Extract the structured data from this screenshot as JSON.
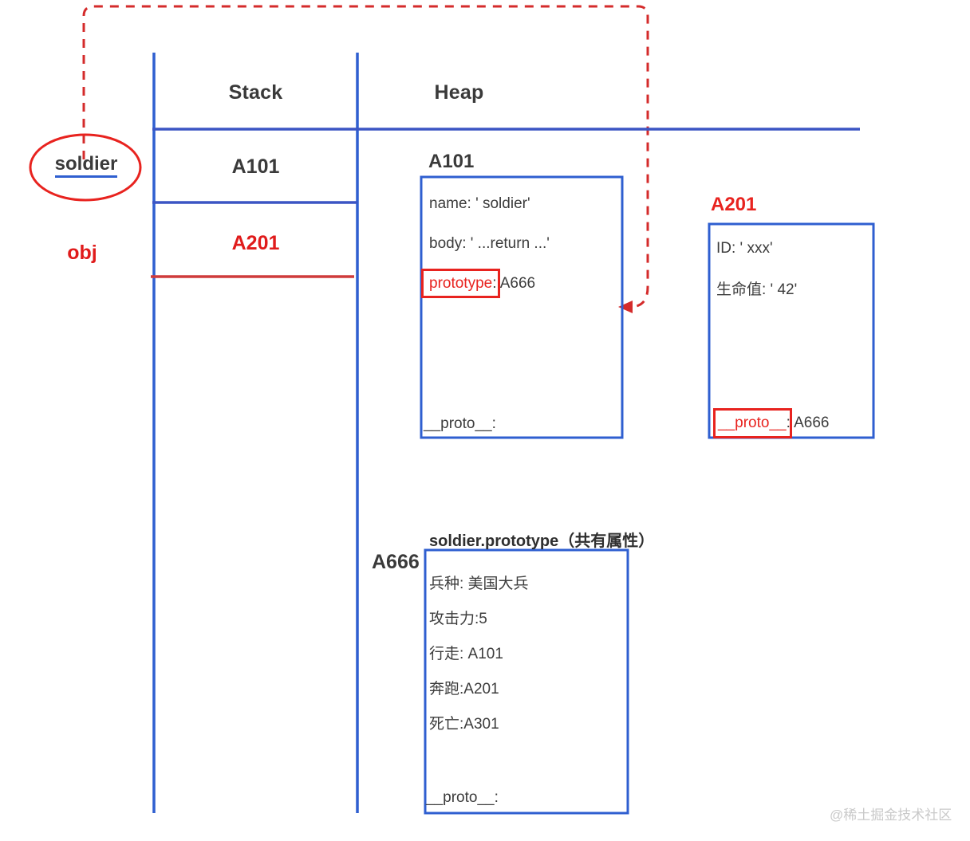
{
  "diagram": {
    "title_hidden": "JavaScript prototype memory model",
    "colors": {
      "blue": "#2f5fd0",
      "red": "#e8231f",
      "dark_text": "#3a3a3a",
      "watermark": "#c9c9c9"
    },
    "columns": [
      {
        "label": "Stack"
      },
      {
        "label": "Heap"
      }
    ],
    "stack_slots": [
      {
        "value": "A101",
        "color": "dark"
      },
      {
        "value": "A201",
        "color": "red"
      }
    ],
    "variable_bubble": {
      "label": "soldier",
      "annotation": "obj"
    },
    "heap_boxes": [
      {
        "title": "A101",
        "title_color": "dark",
        "fields": [
          {
            "text": "name: ' soldier'",
            "highlight": false
          },
          {
            "text": "body: ' ...return ...'",
            "highlight": false
          },
          {
            "key": "prototype",
            "rest": ": A666",
            "highlight": true
          },
          {
            "text": "__proto__:",
            "highlight": false
          }
        ]
      },
      {
        "title": "A201",
        "title_color": "red",
        "fields": [
          {
            "text": "ID: ' xxx'",
            "highlight": false
          },
          {
            "text": "生命值: ' 42'",
            "highlight": false
          },
          {
            "key": "__proto__",
            "rest": ": A666",
            "highlight": true
          }
        ]
      },
      {
        "title": "A666",
        "heading": "soldier.prototype（共有属性）",
        "title_color": "dark",
        "fields": [
          {
            "text": "兵种: 美国大兵",
            "highlight": false
          },
          {
            "text": "攻击力:5",
            "highlight": false
          },
          {
            "text": "行走: A101",
            "highlight": false
          },
          {
            "text": "奔跑:A201",
            "highlight": false
          },
          {
            "text": "死亡:A301",
            "highlight": false
          },
          {
            "text": "__proto__:",
            "highlight": false
          }
        ]
      }
    ],
    "watermark": "@稀土掘金技术社区"
  }
}
